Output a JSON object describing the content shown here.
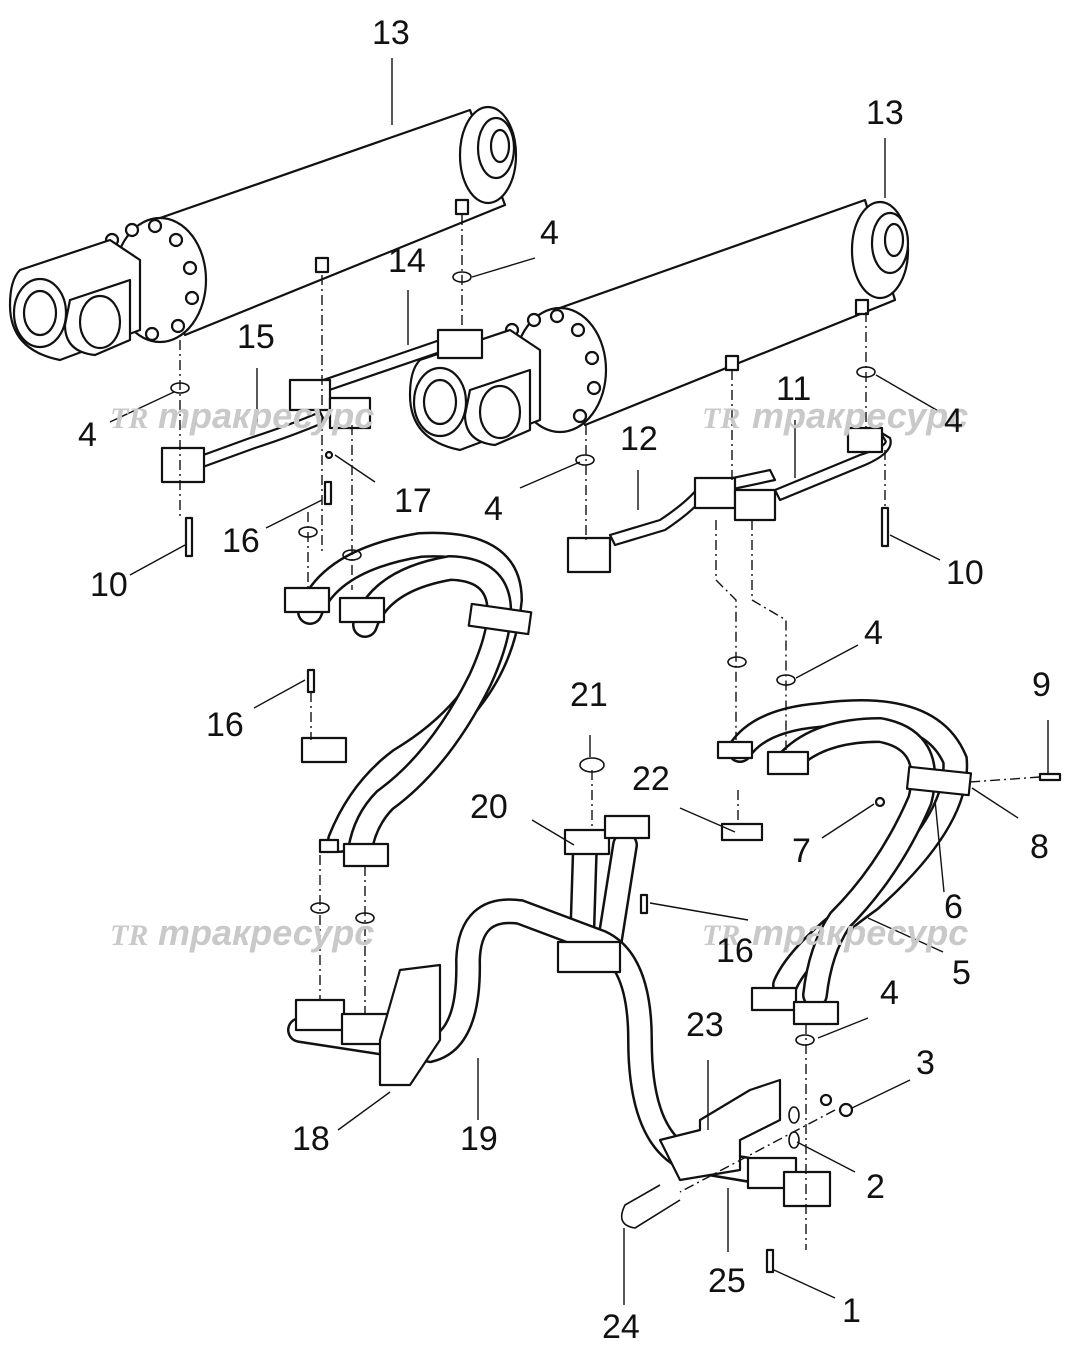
{
  "watermark": {
    "logo": "TR",
    "text": "тракресурс"
  },
  "labels": [
    {
      "id": "13a",
      "text": "13"
    },
    {
      "id": "13b",
      "text": "13"
    },
    {
      "id": "14",
      "text": "14"
    },
    {
      "id": "15",
      "text": "15"
    },
    {
      "id": "4a",
      "text": "4"
    },
    {
      "id": "4b",
      "text": "4"
    },
    {
      "id": "4c",
      "text": "4"
    },
    {
      "id": "4d",
      "text": "4"
    },
    {
      "id": "4e",
      "text": "4"
    },
    {
      "id": "4f",
      "text": "4"
    },
    {
      "id": "17",
      "text": "17"
    },
    {
      "id": "16a",
      "text": "16"
    },
    {
      "id": "16b",
      "text": "16"
    },
    {
      "id": "16c",
      "text": "16"
    },
    {
      "id": "10a",
      "text": "10"
    },
    {
      "id": "10b",
      "text": "10"
    },
    {
      "id": "11",
      "text": "11"
    },
    {
      "id": "12",
      "text": "12"
    },
    {
      "id": "21",
      "text": "21"
    },
    {
      "id": "22",
      "text": "22"
    },
    {
      "id": "20",
      "text": "20"
    },
    {
      "id": "9",
      "text": "9"
    },
    {
      "id": "7",
      "text": "7"
    },
    {
      "id": "8",
      "text": "8"
    },
    {
      "id": "6",
      "text": "6"
    },
    {
      "id": "5",
      "text": "5"
    },
    {
      "id": "23",
      "text": "23"
    },
    {
      "id": "3",
      "text": "3"
    },
    {
      "id": "2",
      "text": "2"
    },
    {
      "id": "18",
      "text": "18"
    },
    {
      "id": "19",
      "text": "19"
    },
    {
      "id": "24",
      "text": "24"
    },
    {
      "id": "25",
      "text": "25"
    },
    {
      "id": "1",
      "text": "1"
    }
  ]
}
